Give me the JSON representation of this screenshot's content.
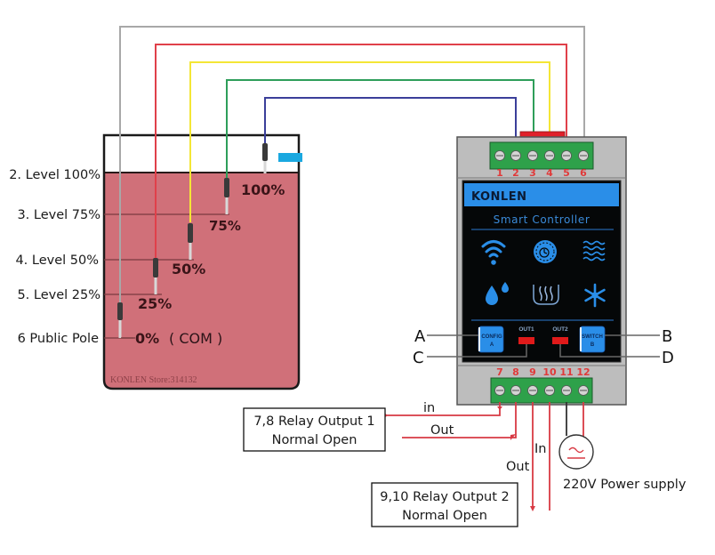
{
  "tank": {
    "level_labels": [
      {
        "label": "2. Level 100%"
      },
      {
        "label": "3. Level 75%"
      },
      {
        "label": "4. Level 50%"
      },
      {
        "label": "5. Level 25%"
      },
      {
        "label": "6 Public Pole"
      }
    ],
    "probe_labels": [
      "100%",
      "75%",
      "50%",
      "25%",
      "0%"
    ],
    "com_label": "( COM )",
    "watermark": "KONLEN Store:314132",
    "liquid_color": "#d07079"
  },
  "wires": {
    "colors": {
      "gray": "#a8a8a8",
      "red": "#e0404a",
      "yellow": "#f4e636",
      "green": "#2e9e5a",
      "blue": "#3b3f9a"
    }
  },
  "controller": {
    "brand": "KONLEN",
    "subtitle": "Smart Controller",
    "top_terminals": [
      "1",
      "2",
      "3",
      "4",
      "5",
      "6"
    ],
    "bottom_terminals": [
      "7",
      "8",
      "9",
      "10",
      "11",
      "12"
    ],
    "icons": [
      "wifi-icon",
      "timer-icon",
      "waves-icon",
      "water-drops-icon",
      "heating-icon",
      "snowflake-icon"
    ],
    "config_button": {
      "line1": "CONFIG",
      "line2": "A"
    },
    "switch_button": {
      "line1": "SWITCH",
      "line2": "B"
    },
    "out1_label": "OUT1",
    "out2_label": "OUT2",
    "accent": "#2a8ee8",
    "led_color": "#e01a1a"
  },
  "callouts": {
    "a": "A",
    "b": "B",
    "c": "C",
    "d": "D"
  },
  "relay1": {
    "line1": "7,8 Relay Output 1",
    "line2": "Normal Open",
    "in_label": "in",
    "out_label": "Out"
  },
  "relay2": {
    "line1": "9,10 Relay Output 2",
    "line2": "Normal Open",
    "in_label": "In",
    "out_label": "Out"
  },
  "power": {
    "label": "220V Power supply"
  }
}
